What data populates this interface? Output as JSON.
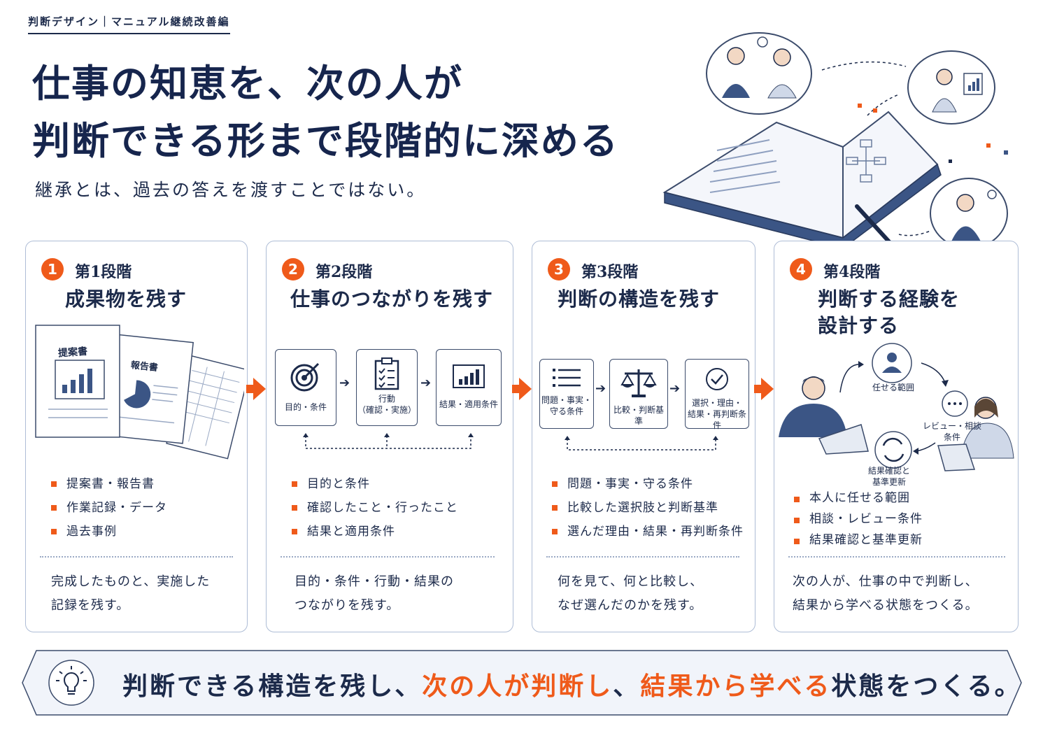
{
  "tag": "判断デザイン｜マニュアル継続改善編",
  "headline": {
    "line1": "仕事の知恵を、次の人が",
    "line2": "判断できる形まで段階的に深める"
  },
  "subtitle": "継承とは、過去の答えを渡すことではない。",
  "colors": {
    "accent": "#ef5a1a",
    "navy": "#1c2a4a",
    "border": "#aebdd6"
  },
  "stages": [
    {
      "num": "1",
      "stage": "第1段階",
      "title": "成果物を残す",
      "docs": {
        "doc1": "提案書",
        "doc2": "報告書"
      },
      "items": [
        "提案書・報告書",
        "作業記録・データ",
        "過去事例"
      ],
      "desc": [
        "完成したものと、実施した",
        "記録を残す。"
      ]
    },
    {
      "num": "2",
      "stage": "第2段階",
      "title": "仕事のつながりを残す",
      "flow": [
        {
          "icon": "target-icon",
          "label1": "目的・条件",
          "label2": ""
        },
        {
          "icon": "checklist-icon",
          "label1": "行動",
          "label2": "（確認・実施）"
        },
        {
          "icon": "bar-chart-icon",
          "label1": "結果・適用条件",
          "label2": ""
        }
      ],
      "items": [
        "目的と条件",
        "確認したこと・行ったこと",
        "結果と適用条件"
      ],
      "desc": [
        "目的・条件・行動・結果の",
        "つながりを残す。"
      ]
    },
    {
      "num": "3",
      "stage": "第3段階",
      "title": "判断の構造を残す",
      "flow": [
        {
          "icon": "list-icon",
          "label1": "問題・事実・",
          "label2": "守る条件"
        },
        {
          "icon": "scale-icon",
          "label1": "比較・判断基準",
          "label2": ""
        },
        {
          "icon": "check-circle-icon",
          "label1": "選択・理由・",
          "label2": "結果・再判断条件"
        }
      ],
      "items": [
        "問題・事実・守る条件",
        "比較した選択肢と判断基準",
        "選んだ理由・結果・再判断条件"
      ],
      "desc": [
        "何を見て、何と比較し、",
        "なぜ選んだのかを残す。"
      ]
    },
    {
      "num": "4",
      "stage": "第4段階",
      "title1": "判断する経験を",
      "title2": "設計する",
      "cycle": {
        "top": "任せる範囲",
        "right1": "レビュー・相談",
        "right2": "条件",
        "bottom1": "結果確認と",
        "bottom2": "基準更新"
      },
      "items": [
        "本人に任せる範囲",
        "相談・レビュー条件",
        "結果確認と基準更新"
      ],
      "desc": [
        "次の人が、仕事の中で判断し、",
        "結果から学べる状態をつくる。"
      ]
    }
  ],
  "banner": {
    "icon": "lightbulb-icon",
    "part1": "判断できる構造を残し、",
    "part2": "次の人が判断し",
    "part3": "、",
    "part4": "結果から学べる",
    "part5": "状態をつくる。"
  }
}
